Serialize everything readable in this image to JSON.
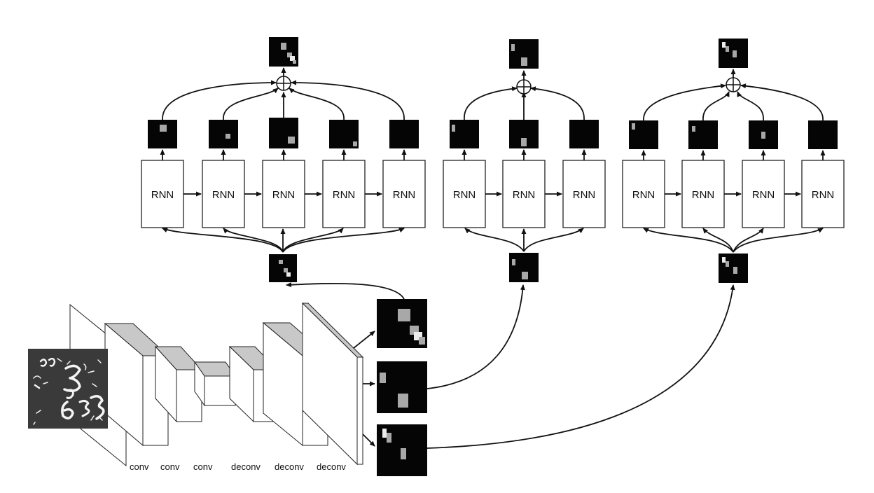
{
  "labels": {
    "rnn": "RNN",
    "layers": [
      "conv",
      "conv",
      "conv",
      "deconv",
      "deconv",
      "deconv"
    ]
  },
  "colors": {
    "tile": "#050505",
    "patch_grey": "#a8a8a8",
    "patch_white": "#ececec",
    "layer_top": "#c8c8c8",
    "input_bg": "#3a3a3a"
  },
  "groups": [
    {
      "name": "group-1",
      "rnn_count": 5
    },
    {
      "name": "group-2",
      "rnn_count": 3
    },
    {
      "name": "group-3",
      "rnn_count": 4
    }
  ]
}
